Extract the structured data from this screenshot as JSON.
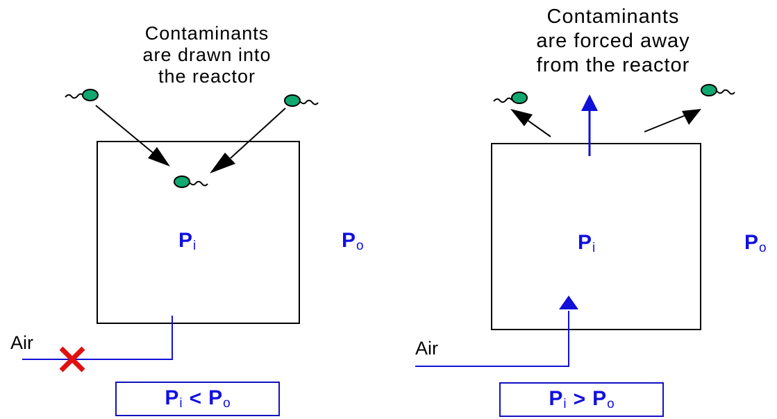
{
  "colors": {
    "pressure_text": "#1010e0",
    "air_line": "#1010d8",
    "box_border": "#1010c0",
    "molecule": "#10a870",
    "cross": "#e01010",
    "outline": "#000000"
  },
  "left_panel": {
    "caption_lines": [
      "Contaminants",
      "are drawn into",
      "the reactor"
    ],
    "inside_pressure": {
      "symbol": "P",
      "subscript": "i"
    },
    "outside_pressure": {
      "symbol": "P",
      "subscript": "o"
    },
    "air_label": "Air",
    "relation": {
      "left": "P",
      "left_sub": "i",
      "operator": "<",
      "right": "P",
      "right_sub": "o"
    }
  },
  "right_panel": {
    "caption_lines": [
      "Contaminants",
      "are forced away",
      "from the reactor"
    ],
    "inside_pressure": {
      "symbol": "P",
      "subscript": "i"
    },
    "outside_pressure": {
      "symbol": "P",
      "subscript": "o"
    },
    "air_label": "Air",
    "relation": {
      "left": "P",
      "left_sub": "i",
      "operator": ">",
      "right": "P",
      "right_sub": "o"
    }
  }
}
